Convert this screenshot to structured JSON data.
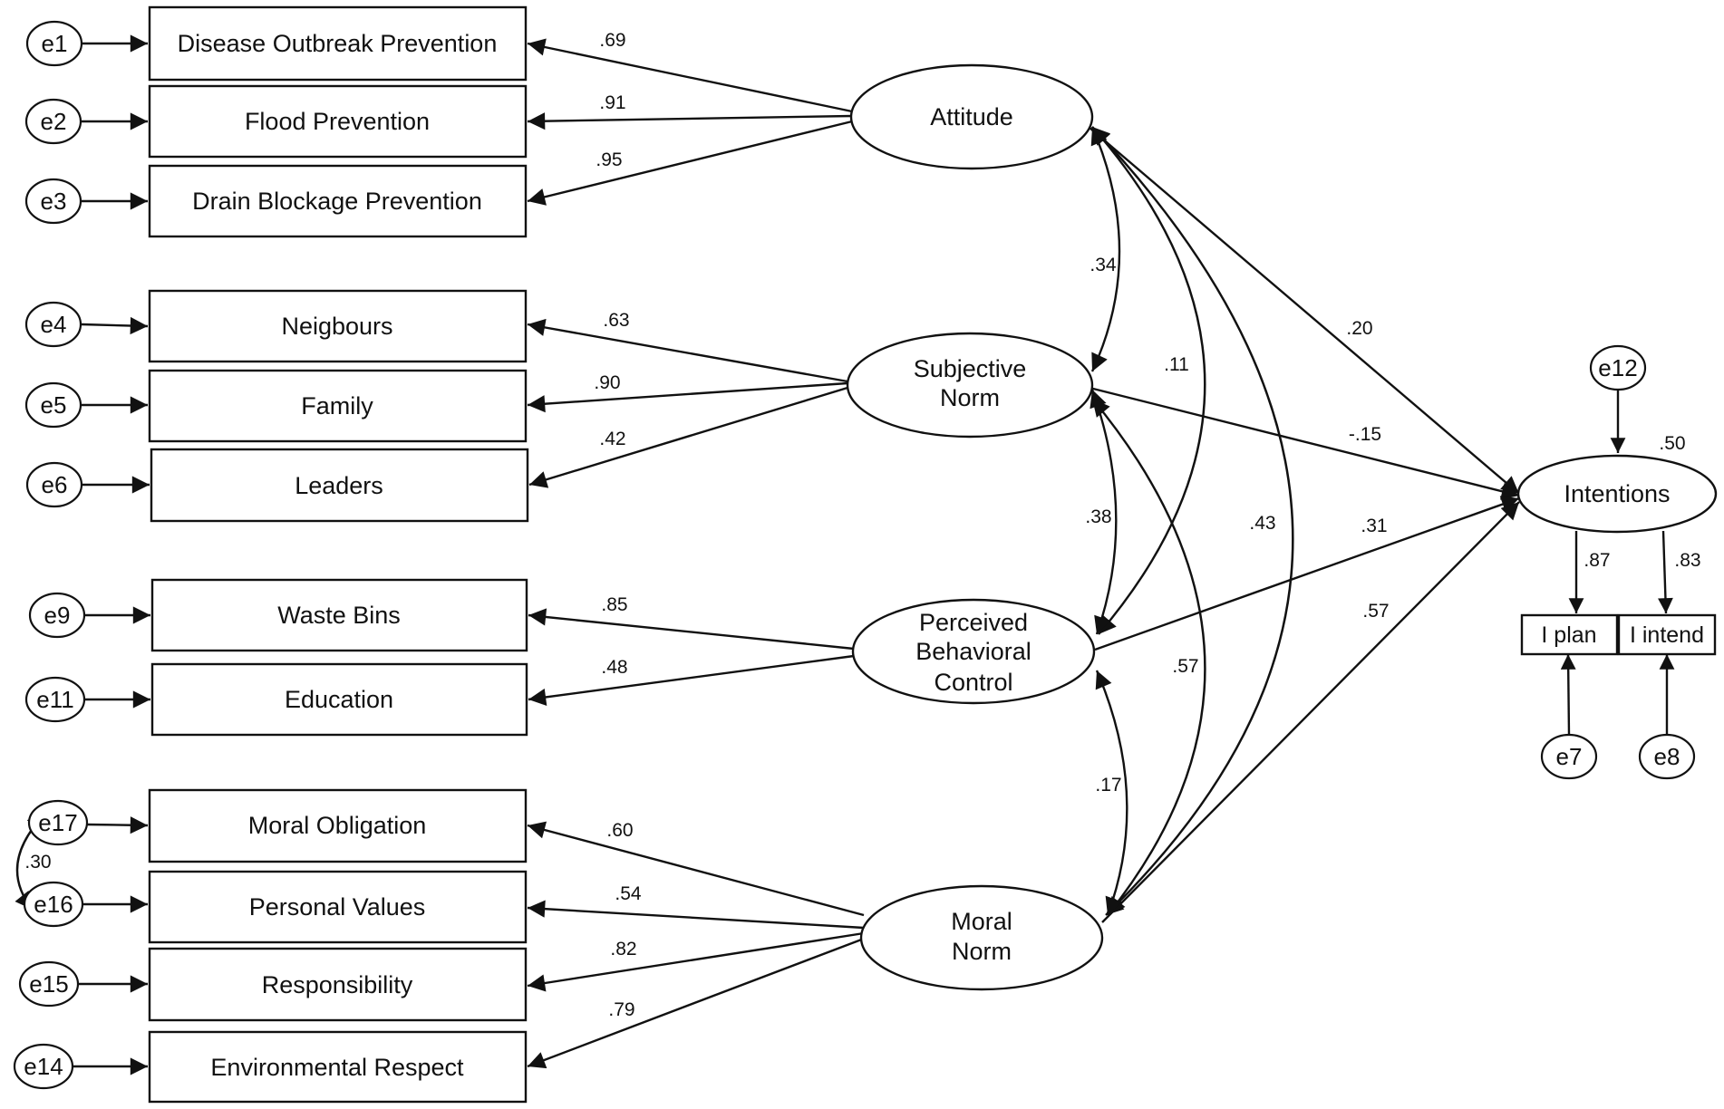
{
  "indicators": {
    "ind_dop": "Disease Outbreak Prevention",
    "ind_fp": "Flood Prevention",
    "ind_dbp": "Drain Blockage Prevention",
    "ind_neig": "Neigbours",
    "ind_fam": "Family",
    "ind_lead": "Leaders",
    "ind_wb": "Waste Bins",
    "ind_edu": "Education",
    "ind_mo": "Moral Obligation",
    "ind_pv": "Personal Values",
    "ind_resp": "Responsibility",
    "ind_er": "Environmental Respect",
    "ind_plan": "I plan",
    "ind_intend": "I intend"
  },
  "latents": {
    "lat_att": [
      "Attitude"
    ],
    "lat_sn": [
      "Subjective",
      "Norm"
    ],
    "lat_pbc": [
      "Perceived",
      "Behavioral",
      "Control"
    ],
    "lat_mn": [
      "Moral",
      "Norm"
    ],
    "lat_int": [
      "Intentions"
    ]
  },
  "errors": {
    "e1": "e1",
    "e2": "e2",
    "e3": "e3",
    "e4": "e4",
    "e5": "e5",
    "e6": "e6",
    "e9": "e9",
    "e11": "e11",
    "e17": "e17",
    "e16": "e16",
    "e15": "e15",
    "e14": "e14",
    "e12": "e12",
    "e7": "e7",
    "e8": "e8"
  },
  "loadings": {
    "att_dop": ".69",
    "att_fp": ".91",
    "att_dbp": ".95",
    "sn_neig": ".63",
    "sn_fam": ".90",
    "sn_lead": ".42",
    "pbc_wb": ".85",
    "pbc_edu": ".48",
    "mn_mo": ".60",
    "mn_pv": ".54",
    "mn_resp": ".82",
    "mn_er": ".79",
    "int_plan": ".87",
    "int_intend": ".83"
  },
  "paths": {
    "att_int": ".20",
    "sn_int": "-.15",
    "pbc_int": ".31",
    "mn_int": ".57"
  },
  "correlations": {
    "att_sn": ".34",
    "att_pbc": ".11",
    "att_mn": ".43",
    "sn_pbc": ".38",
    "sn_mn": ".57",
    "pbc_mn": ".17",
    "e17_e16": ".30"
  },
  "r_squared": {
    "intentions": ".50"
  }
}
